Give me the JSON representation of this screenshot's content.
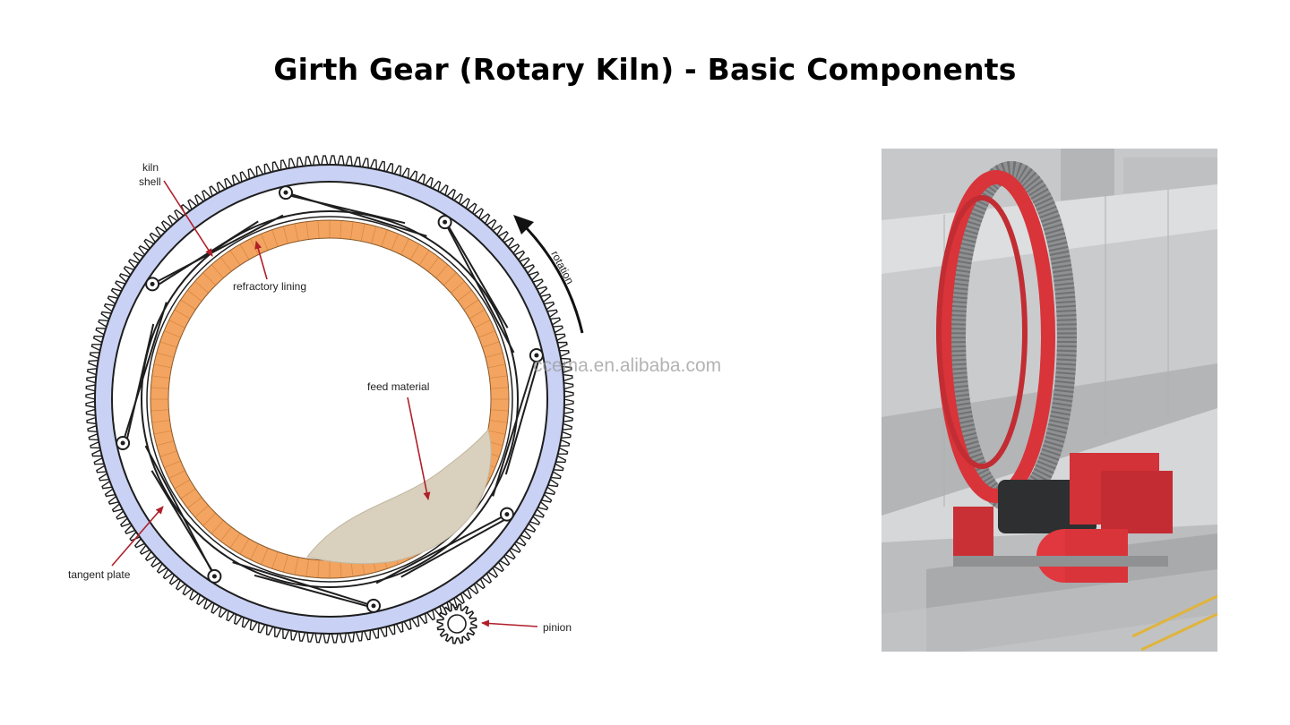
{
  "title": "Girth Gear (Rotary Kiln) - Basic Components",
  "diagram": {
    "labels": {
      "kiln_shell_line1": "kiln",
      "kiln_shell_line2": "shell",
      "refractory_lining": "refractory lining",
      "feed_material": "feed material",
      "tangent_plate": "tangent plate",
      "pinion": "pinion",
      "rotation": "rotation"
    },
    "watermark": "ccema.en.alibaba.com"
  },
  "photo": {
    "description_icon": "girth-gear-photo",
    "colors": {
      "gear_red": "#d8343a",
      "shell_grey": "#c9cbcd",
      "ring_blue": "#c9d2f4",
      "lining_orange": "#f3a460"
    }
  }
}
